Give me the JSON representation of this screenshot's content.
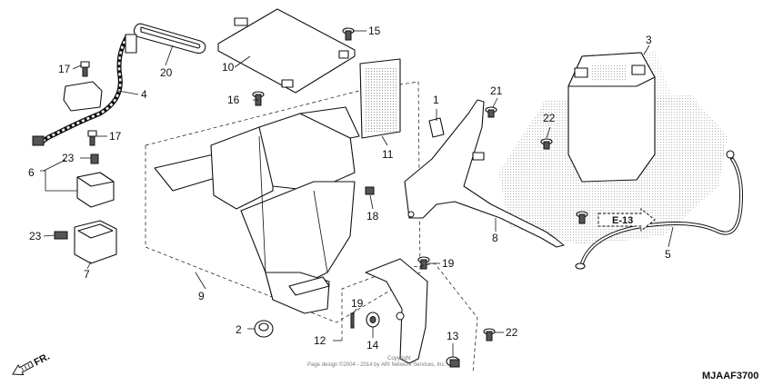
{
  "diagram": {
    "code": "MJAAF3700",
    "direction_label": "FR.",
    "reference_label": "E-13",
    "watermark": [
      "Copyright",
      "Page design ©2004 - 2014 by ARI Network Services, Inc."
    ],
    "callouts": [
      "1",
      "2",
      "3",
      "4",
      "5",
      "6",
      "7",
      "8",
      "9",
      "10",
      "11",
      "12",
      "13",
      "14",
      "15",
      "16",
      "17",
      "17",
      "18",
      "19",
      "19",
      "20",
      "21",
      "22",
      "22",
      "23",
      "23"
    ]
  }
}
